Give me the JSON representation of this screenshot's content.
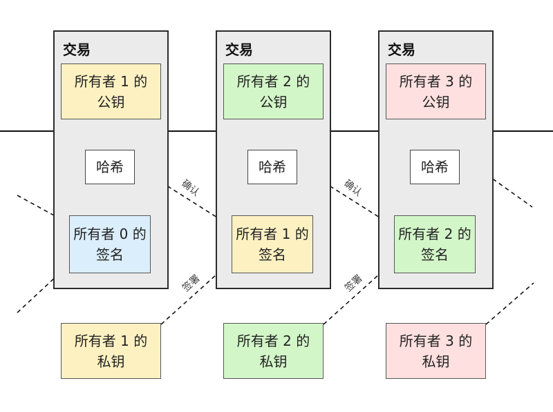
{
  "colors": {
    "yellow": "#fdf1c2",
    "green": "#d3f6c9",
    "pink": "#fde0df",
    "blue": "#dbeefb"
  },
  "transactions": [
    {
      "title": "交易",
      "pubkey": [
        "所有者 1 的",
        "公钥"
      ],
      "hash": "哈希",
      "signature": [
        "所有者 0 的",
        "签名"
      ],
      "confirm_label": "确认",
      "sign_label": "签署"
    },
    {
      "title": "交易",
      "pubkey": [
        "所有者 2 的",
        "公钥"
      ],
      "hash": "哈希",
      "signature": [
        "所有者 1 的",
        "签名"
      ],
      "confirm_label": "确认",
      "sign_label": "签署"
    },
    {
      "title": "交易",
      "pubkey": [
        "所有者 3 的",
        "公钥"
      ],
      "hash": "哈希",
      "signature": [
        "所有者 2 的",
        "签名"
      ]
    }
  ],
  "private_keys": [
    [
      "所有者 1 的",
      "私钥"
    ],
    [
      "所有者 2 的",
      "私钥"
    ],
    [
      "所有者 3 的",
      "私钥"
    ]
  ]
}
